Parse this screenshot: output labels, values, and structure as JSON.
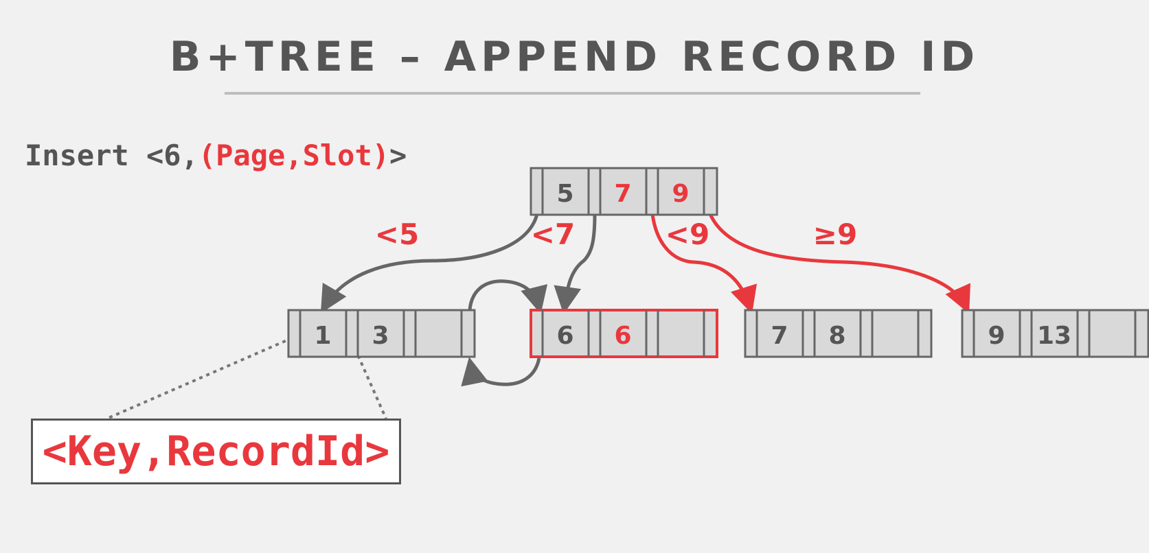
{
  "title": "B+TREE – APPEND RECORD ID",
  "insert": {
    "prefix": "Insert <6,",
    "highlight": "(Page,Slot)",
    "suffix": ">"
  },
  "colors": {
    "accent": "#e8383d",
    "node_fill": "#d9d9d9",
    "node_stroke": "#666666",
    "text": "#555555"
  },
  "root": {
    "keys": [
      {
        "label": "5",
        "highlight": false
      },
      {
        "label": "7",
        "highlight": true
      },
      {
        "label": "9",
        "highlight": true
      }
    ]
  },
  "leaves": [
    {
      "keys": [
        "1",
        "3",
        ""
      ],
      "highlight": false
    },
    {
      "keys": [
        "6",
        "6",
        ""
      ],
      "highlight": true,
      "highlight_keys": [
        1
      ]
    },
    {
      "keys": [
        "7",
        "8",
        ""
      ],
      "highlight": false
    },
    {
      "keys": [
        "9",
        "13",
        ""
      ],
      "highlight": false
    }
  ],
  "edges": [
    {
      "label": "<5",
      "highlight": false
    },
    {
      "label": "<7",
      "highlight": false
    },
    {
      "label": "<9",
      "highlight": true
    },
    {
      "label": "≥9",
      "highlight": true
    }
  ],
  "callout": {
    "text": "<Key,RecordId>"
  }
}
